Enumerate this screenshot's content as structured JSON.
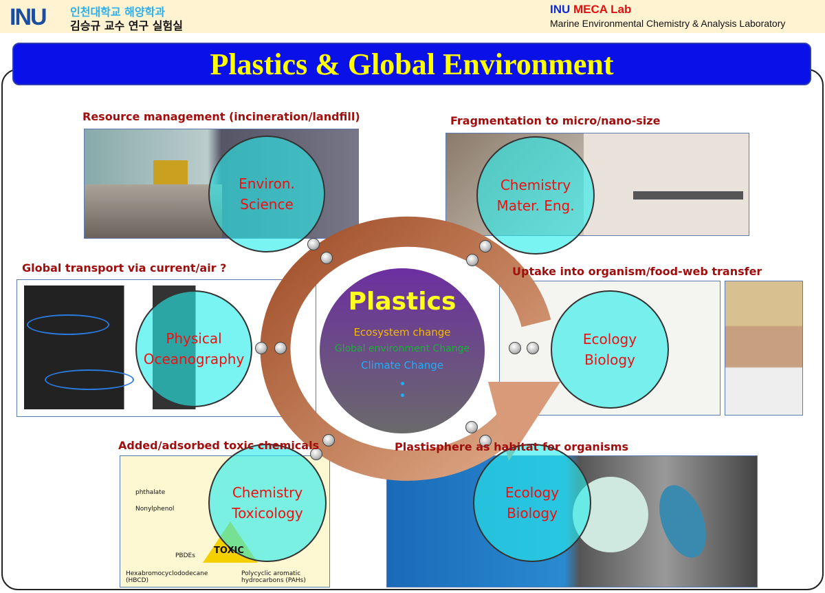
{
  "header": {
    "logo_text": "INU",
    "dept": "인천대학교 해양학과",
    "lab_korean": "김승규 교수 연구 실험실",
    "lab_name_blue": "INU",
    "lab_name_red": "MECA Lab",
    "lab_full": "Marine Environmental Chemistry & Analysis Laboratory"
  },
  "title": "Plastics & Global Environment",
  "center": {
    "title": "Plastics",
    "items": [
      "Ecosystem change",
      "Global environment Change",
      "Climate Change"
    ]
  },
  "colors": {
    "item0": "#f5b800",
    "item1": "#1cae3a",
    "item2": "#1ab0ff"
  },
  "panels": [
    {
      "caption": "Resource management (incineration/landfill)",
      "circle": [
        "Environ.",
        "Science"
      ]
    },
    {
      "caption": "Fragmentation to micro/nano-size",
      "circle": [
        "Chemistry",
        "Mater. Eng."
      ]
    },
    {
      "caption": "Global transport via current/air ?",
      "circle": [
        "Physical",
        "Oceanography"
      ]
    },
    {
      "caption": "Uptake into organism/food-web transfer",
      "circle": [
        "Ecology",
        "Biology"
      ]
    },
    {
      "caption": "Added/adsorbed toxic chemicals",
      "circle": [
        "Chemistry",
        "Toxicology"
      ]
    },
    {
      "caption": "Plastisphere as habitat for organisms",
      "circle": [
        "Ecology",
        "Biology"
      ]
    }
  ],
  "image_labels": {
    "phthalate": "phthalate",
    "nonylphenol": "Nonylphenol",
    "hbcd": "Hexabromocyclododecane (HBCD)",
    "pbde": "PBDEs",
    "pah": "Polycyclic aromatic hydrocarbons (PAHs)",
    "toxic": "TOXIC"
  }
}
